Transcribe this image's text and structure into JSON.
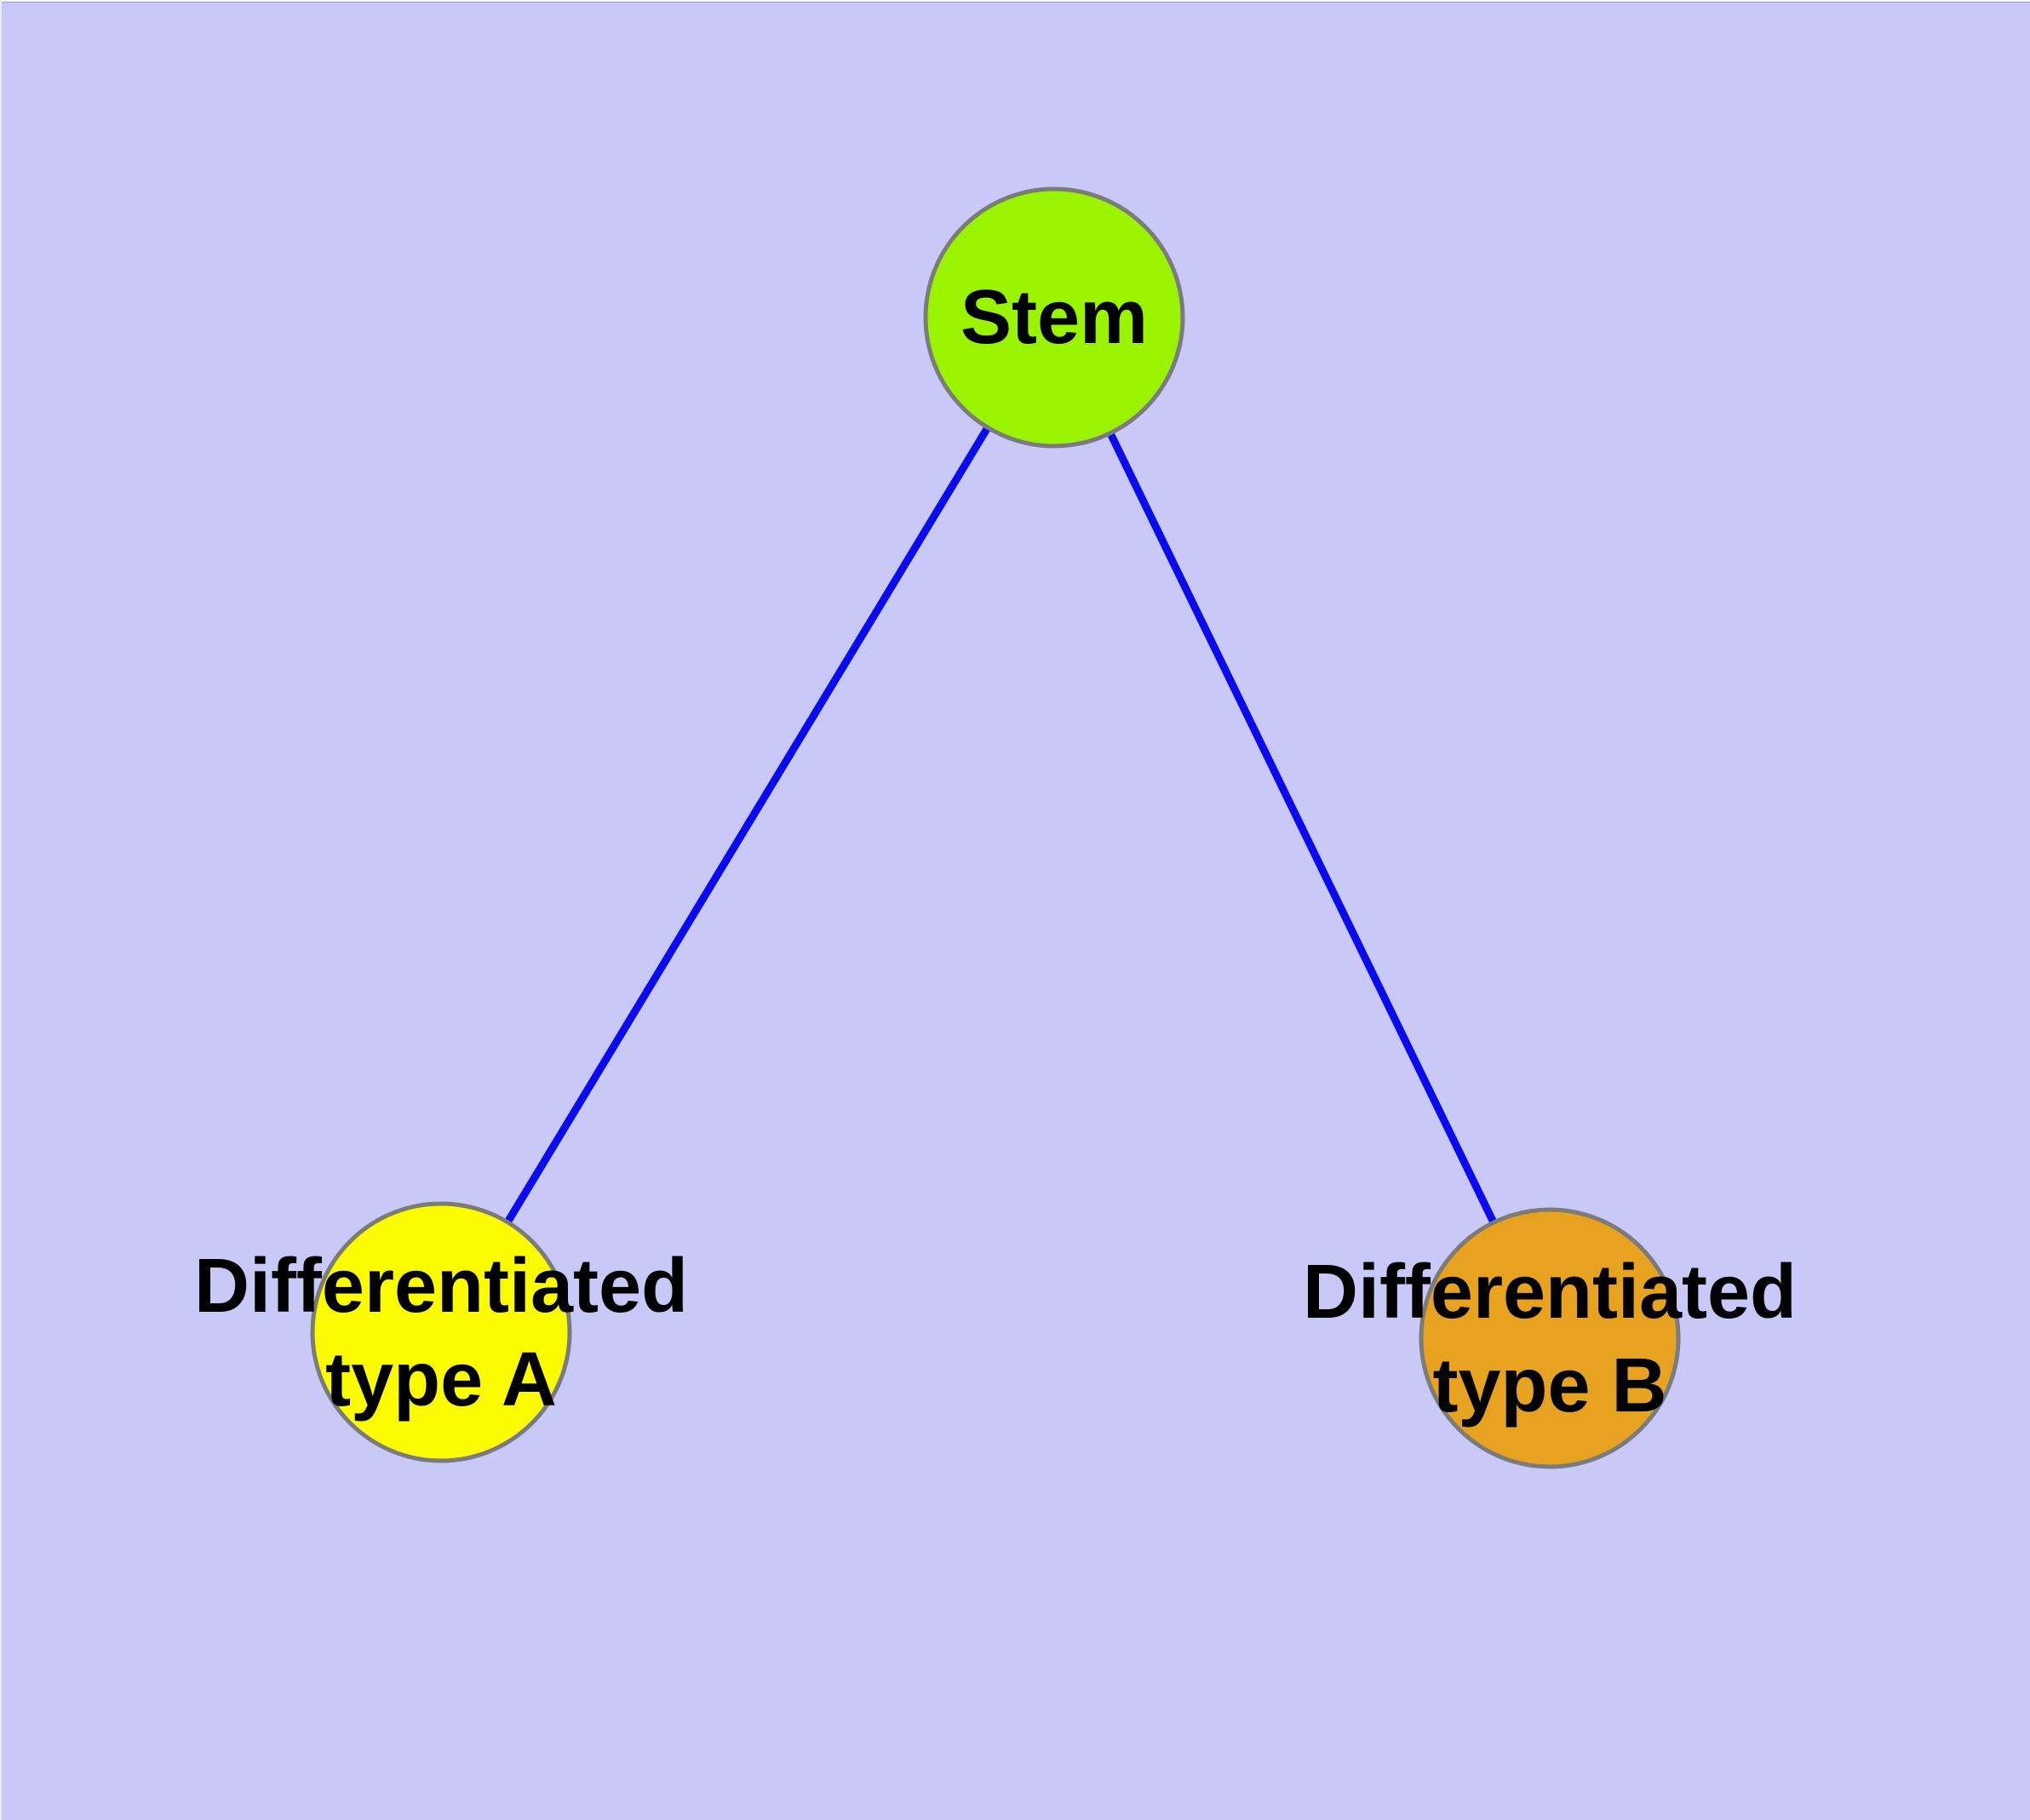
{
  "figure": {
    "background_color": "#C9C9F8"
  },
  "nodes": {
    "stem": {
      "label": "Stem",
      "color": "#9AF400",
      "border_color": "#7B7B7B"
    },
    "type_a": {
      "label_line1": "Differentiated",
      "label_line2": "type A",
      "color": "#FCFC00",
      "border_color": "#7B7B7B"
    },
    "type_b": {
      "label_line1": "Differentiated",
      "label_line2": "type B",
      "color": "#E7A21F",
      "border_color": "#7B7B7B"
    }
  },
  "edges": {
    "color": "#0A0AEF",
    "items": [
      {
        "from": "Stem",
        "to": "Differentiated type A"
      },
      {
        "from": "Stem",
        "to": "Differentiated type B"
      }
    ]
  }
}
